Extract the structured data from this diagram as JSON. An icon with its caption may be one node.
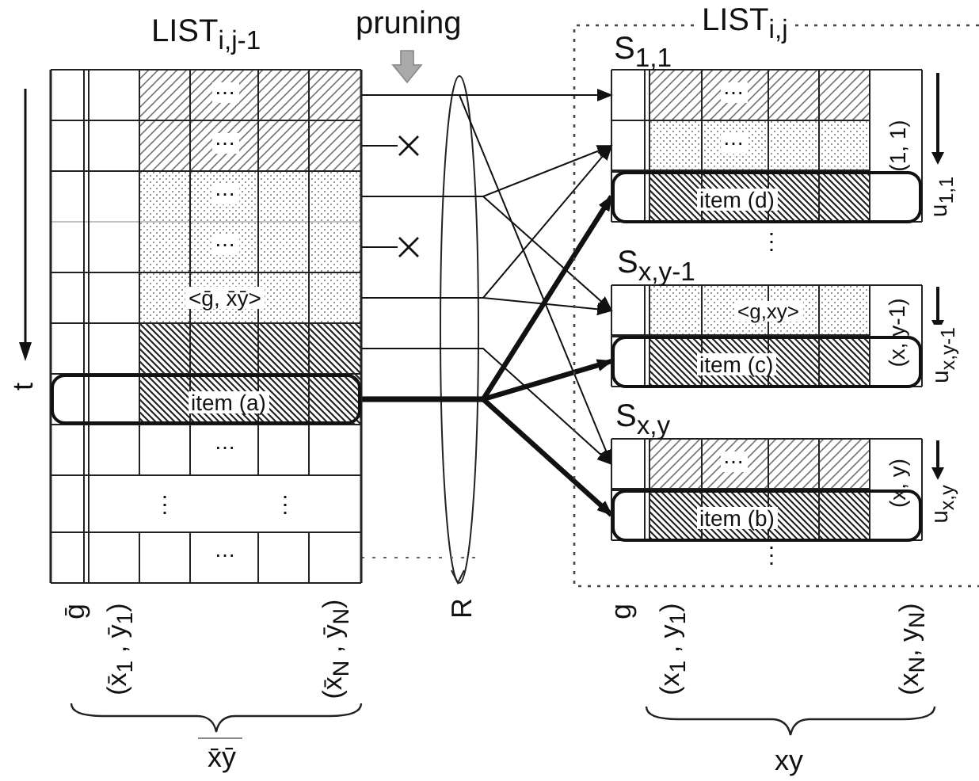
{
  "diagram": {
    "nodes": [
      {
        "text": [
          "LIST$_{i,j-1}$",
          "⋯",
          "⋯",
          "⋯",
          "⋯",
          "<ḡ, x̄ȳ>",
          "⋯",
          "⋮",
          "⋮",
          "⋯"
        ]
      },
      {
        "text": [
          "item (a)"
        ],
        "in": 0
      },
      {
        "text": [
          "LIST$_{i,j}$"
        ]
      },
      {
        "text": [
          "S$_{1,1}$",
          "⋯",
          "⋯",
          "(1, 1)"
        ],
        "in": 2,
        "beside": [
          "u$_{1,1}$"
        ]
      },
      {
        "text": [
          "item (d)"
        ],
        "in": 3
      },
      {
        "text": [
          "S$_{x,y-1}$",
          "<g,xy>",
          "(x, y-1)"
        ],
        "in": 2,
        "beside": [
          "u$_{x,y-1}$"
        ]
      },
      {
        "text": [
          "item (c)"
        ],
        "in": 5
      },
      {
        "text": [
          "S$_{x,y}$",
          "⋯",
          "(x, y)"
        ],
        "in": 2,
        "beside": [
          "u$_{x,y}$"
        ]
      },
      {
        "text": [
          "item (b)"
        ],
        "in": 7
      },
      {
        "text": [],
        "shape": "cross"
      },
      {
        "text": [],
        "shape": "cross"
      }
    ],
    "edges": [
      {
        "from": 0,
        "to": 3,
        "arrow": "to"
      },
      {
        "from": 0,
        "to": 7,
        "arrow": "to"
      },
      {
        "from": 0,
        "to": 9,
        "arrow": "none"
      },
      {
        "from": 0,
        "to": 3,
        "arrow": "to"
      },
      {
        "from": 0,
        "to": 5,
        "arrow": "to"
      },
      {
        "from": 0,
        "to": 10,
        "arrow": "none"
      },
      {
        "from": 0,
        "to": 3,
        "arrow": "to"
      },
      {
        "from": 0,
        "to": 5,
        "arrow": "to"
      },
      {
        "from": 0,
        "to": 7,
        "arrow": "to"
      },
      {
        "from": 1,
        "to": 4,
        "arrow": "to",
        "style": "thick"
      },
      {
        "from": 1,
        "to": 6,
        "arrow": "to",
        "style": "thick"
      },
      {
        "from": 1,
        "to": 8,
        "arrow": "to",
        "style": "thick"
      }
    ],
    "labels": [
      "pruning",
      "t",
      "⋮",
      "R",
      "⋮",
      "ḡ",
      "(x̄$_{1}$ , ȳ$_{1}$)",
      "(x̄$_{N}$ , ȳ$_{N}$)",
      "g",
      "(x$_{1}$ , y$_{1}$)",
      "(x$_{N}$, y$_{N}$)",
      "x̄ȳ",
      "xy"
    ]
  }
}
